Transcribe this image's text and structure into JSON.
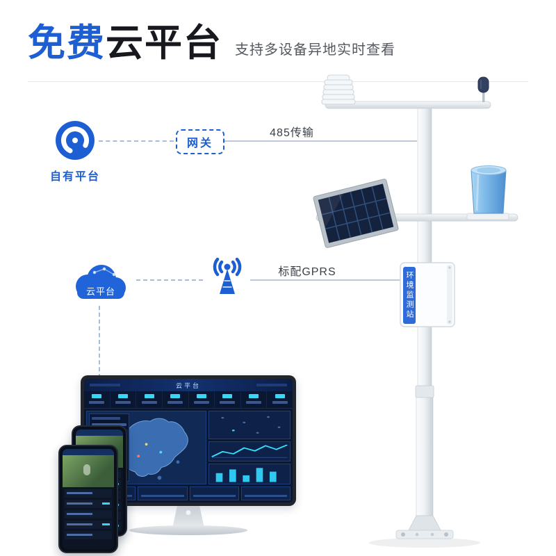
{
  "header": {
    "title_highlight": "免费",
    "title_rest": "云平台",
    "subtitle": "支持多设备异地实时查看"
  },
  "flow": {
    "own_platform_label": "自有平台",
    "gateway_label": "网关",
    "rs485_label": "485传输",
    "cloud_label": "云平台",
    "gprs_label": "标配GPRS"
  },
  "station": {
    "box_label": "环境监测站"
  },
  "monitor": {
    "dashboard_title": "云平台"
  },
  "colors": {
    "accent_blue": "#1d5fd3",
    "title_dark": "#17191e",
    "connector_line": "#a8bdd8",
    "screen_navy": "#0a1733",
    "solar_panel": "#15223e",
    "rain_gauge_blue": "#6aaade",
    "station_box_strip": "#2f6bd8"
  }
}
